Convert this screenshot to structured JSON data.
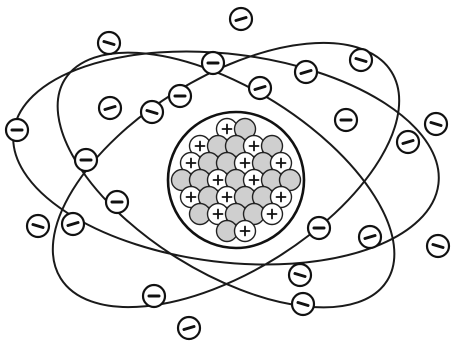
{
  "diagram": {
    "colors": {
      "ink": "#111111",
      "background": "#ffffff",
      "proton_fill": "#ffffff",
      "neutron_fill": "#cfcfcf"
    },
    "orbits": [
      {
        "name": "orbit-wide-horizontal"
      },
      {
        "name": "orbit-tilted-left"
      },
      {
        "name": "orbit-tilted-right"
      }
    ],
    "electron_count": 24,
    "nucleus": {
      "proton_count": 14,
      "neutron_count": 21
    }
  }
}
